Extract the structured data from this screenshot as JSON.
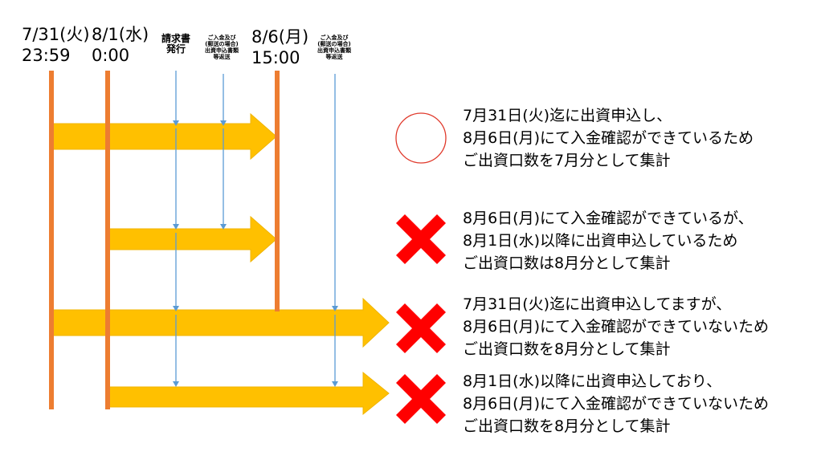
{
  "headers": {
    "t1": {
      "date": "7/31(火)",
      "time": "23:59"
    },
    "t2": {
      "date": "8/1(水)",
      "time": "0:00"
    },
    "invoice": {
      "line1": "請求書",
      "line2": "発行"
    },
    "docs_a": {
      "line1": "ご入金及び",
      "line2": "(郵送の場合)",
      "line3": "出資申込書類",
      "line4": "等返送"
    },
    "t3": {
      "date": "8/6(月)",
      "time": "15:00"
    },
    "docs_b": {
      "line1": "ご入金及び",
      "line2": "(郵送の場合)",
      "line3": "出資申込書類",
      "line4": "等返送"
    }
  },
  "cases": [
    {
      "result": "ok",
      "lines": [
        "7月31日(火)迄に出資申込し、",
        "8月6日(月)にて入金確認ができているため",
        "ご出資口数を7月分として集計"
      ]
    },
    {
      "result": "ng",
      "lines": [
        "8月6日(月)にて入金確認ができているが、",
        "8月1日(水)以降に出資申込しているため",
        "ご出資口数は8月分として集計"
      ]
    },
    {
      "result": "ng",
      "lines": [
        "7月31日(火)迄に出資申込してますが、",
        "8月6日(月)にて入金確認ができていないため",
        "ご出資口数を8月分として集計"
      ]
    },
    {
      "result": "ng",
      "lines": [
        "8月1日(水)以降に出資申込しており、",
        "8月6日(月)にて入金確認ができていないため",
        "ご出資口数を8月分として集計"
      ]
    }
  ],
  "colors": {
    "timeline": "#ed7d31",
    "arrow_fill": "#ffc000",
    "arrow_stroke": "#f0b400",
    "marker_line": "#5b9bd5",
    "ok_circle": "#e0392b",
    "ng_cross": "#ff0000"
  },
  "icons": {
    "ok": "circle-icon",
    "ng": "cross-icon"
  }
}
